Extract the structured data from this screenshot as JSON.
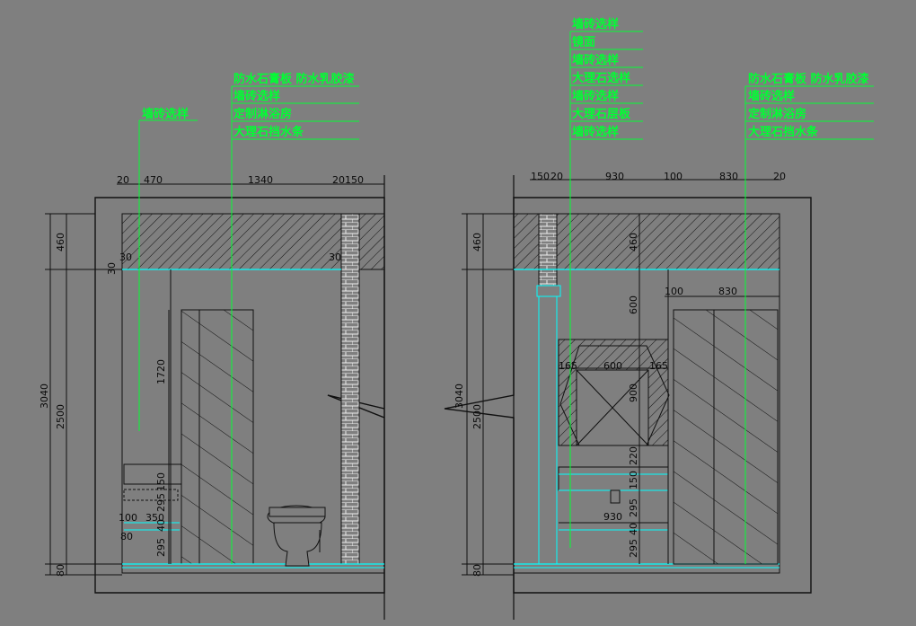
{
  "left_elevation": {
    "labels": {
      "single": "墙砖选样",
      "group": [
        "防水石膏板 防水乳胶漆",
        "墙砖选样",
        "定制淋浴房",
        "大理石挡水条"
      ]
    },
    "top_dims": [
      "20",
      "470",
      "1340",
      "20",
      "150"
    ],
    "left_dims": [
      "460",
      "3040",
      "2500",
      "80",
      "30"
    ],
    "inner_dims": [
      "30",
      "30",
      "1720",
      "150",
      "295",
      "40",
      "295",
      "100",
      "350",
      "80"
    ]
  },
  "right_elevation": {
    "labels": {
      "column": [
        "墙砖选样",
        "镜面",
        "墙砖选样",
        "大理石选样",
        "墙砖选样",
        "大理石层板",
        "墙砖选样"
      ],
      "group": [
        "防水石膏板 防水乳胶漆",
        "墙砖选样",
        "定制淋浴房",
        "大理石挡水条"
      ]
    },
    "top_dims": [
      "150",
      "20",
      "930",
      "100",
      "830",
      "20"
    ],
    "left_dims": [
      "460",
      "3040",
      "2500",
      "80"
    ],
    "inner_dims": [
      "460",
      "600",
      "100",
      "830",
      "165",
      "600",
      "165",
      "900",
      "220",
      "150",
      "295",
      "930",
      "40",
      "295"
    ]
  },
  "colors": {
    "background": "#7f7f7f",
    "line": "#111111",
    "leader": "#00ff33",
    "cyan": "#00ffff",
    "label": "#00ff33"
  }
}
